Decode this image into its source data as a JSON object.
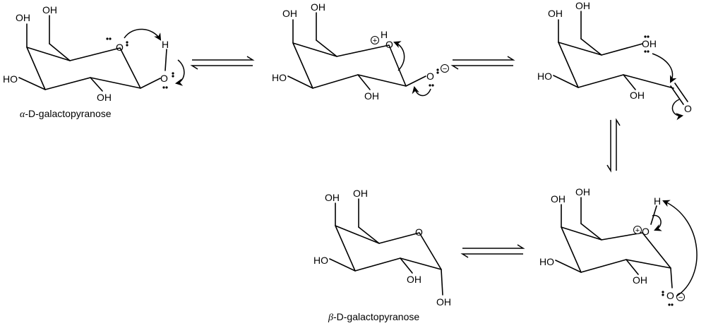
{
  "structures": [
    {
      "id": "alpha",
      "caption_greek": "α",
      "caption_rest": "-D-galactopyranose",
      "labels": {
        "oh_top": "OH",
        "oh_ch2": "OH",
        "ho_left": "HO",
        "oh_c2": "OH",
        "ring_o": "O",
        "anomeric_o": "O",
        "h": "H"
      }
    },
    {
      "id": "oxonium1",
      "labels": {
        "oh_top": "OH",
        "oh_ch2": "OH",
        "ho_left": "HO",
        "oh_c2": "OH",
        "ring_o": "O",
        "h": "H",
        "anomeric_o": "O",
        "plus": "+",
        "minus": "−"
      }
    },
    {
      "id": "open_chain",
      "labels": {
        "oh_top": "OH",
        "oh_ch2": "OH",
        "ho_left": "HO",
        "oh_c2": "OH",
        "oh_c5": "OH",
        "carbonyl_o": "O"
      }
    },
    {
      "id": "oxonium2",
      "labels": {
        "oh_top": "OH",
        "oh_ch2": "OH",
        "ho_left": "HO",
        "oh_c2": "OH",
        "ring_o": "O",
        "h": "H",
        "anomeric_o": "O",
        "plus": "+",
        "minus": "−"
      }
    },
    {
      "id": "beta",
      "caption_greek": "β",
      "caption_rest": "-D-galactopyranose",
      "labels": {
        "oh_top": "OH",
        "oh_ch2": "OH",
        "ho_left": "HO",
        "oh_c2": "OH",
        "ring_o": "O",
        "oh_c1": "OH"
      }
    }
  ],
  "equilibria": [
    "alpha-oxonium1",
    "oxonium1-open_chain",
    "open_chain-oxonium2",
    "beta-oxonium2"
  ]
}
